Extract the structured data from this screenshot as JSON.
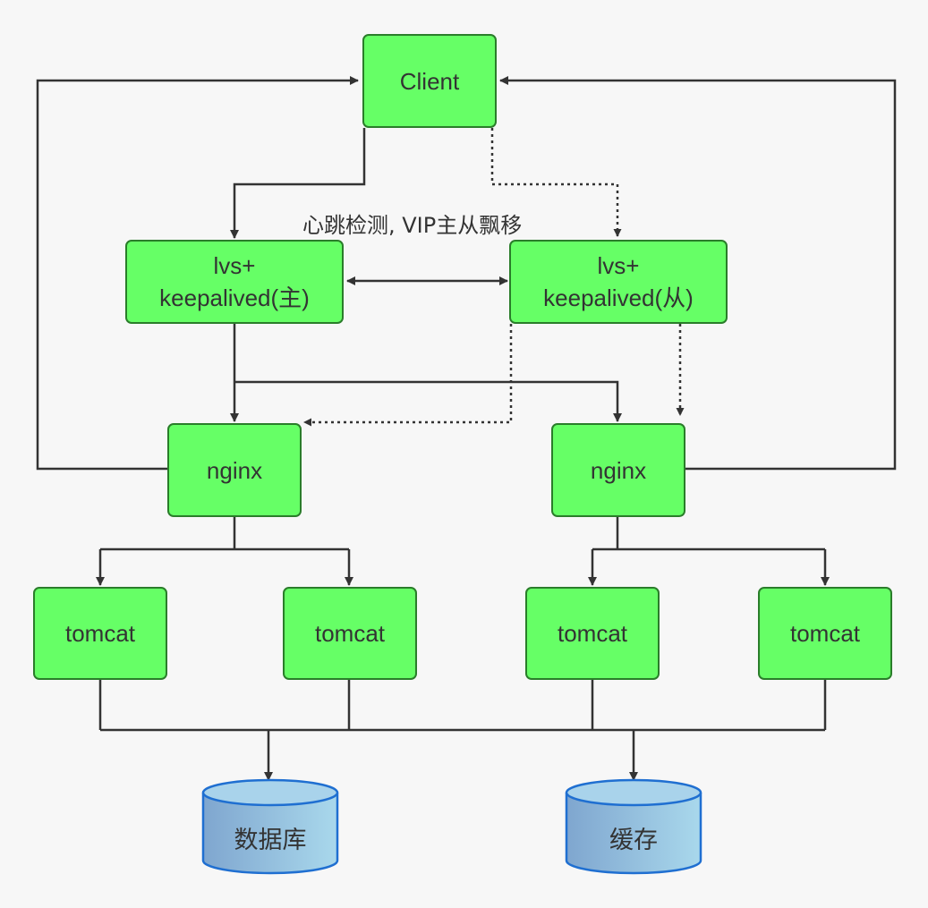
{
  "nodes": {
    "client": "Client",
    "lvs_master": "lvs+\nkeepalived(主)",
    "lvs_backup": "lvs+\nkeepalived(从)",
    "nginx_left": "nginx",
    "nginx_right": "nginx",
    "tomcat_1": "tomcat",
    "tomcat_2": "tomcat",
    "tomcat_3": "tomcat",
    "tomcat_4": "tomcat",
    "database": "数据库",
    "cache": "缓存"
  },
  "labels": {
    "heartbeat": "心跳检测, VIP主从飘移"
  },
  "colors": {
    "node_fill": "#66ff66",
    "node_border": "#2a7d2a",
    "edge": "#333333",
    "storage_fill": "#9ccbe6",
    "storage_border": "#1f6fd1"
  },
  "edges": [
    {
      "from": "client",
      "to": "lvs_master",
      "style": "solid"
    },
    {
      "from": "client",
      "to": "lvs_backup",
      "style": "dashed"
    },
    {
      "from": "lvs_master",
      "to": "lvs_backup",
      "style": "solid",
      "bidirectional": true
    },
    {
      "from": "lvs_master",
      "to": "nginx_left",
      "style": "solid"
    },
    {
      "from": "lvs_master",
      "to": "nginx_right",
      "style": "solid"
    },
    {
      "from": "lvs_backup",
      "to": "nginx_left",
      "style": "dashed"
    },
    {
      "from": "lvs_backup",
      "to": "nginx_right",
      "style": "dashed"
    },
    {
      "from": "nginx_left",
      "to": "client",
      "style": "solid"
    },
    {
      "from": "nginx_right",
      "to": "client",
      "style": "solid"
    },
    {
      "from": "nginx_left",
      "to": "tomcat_1",
      "style": "solid"
    },
    {
      "from": "nginx_left",
      "to": "tomcat_2",
      "style": "solid"
    },
    {
      "from": "nginx_right",
      "to": "tomcat_3",
      "style": "solid"
    },
    {
      "from": "nginx_right",
      "to": "tomcat_4",
      "style": "solid"
    },
    {
      "from": "tomcats",
      "to": "database",
      "style": "solid"
    },
    {
      "from": "tomcats",
      "to": "cache",
      "style": "solid"
    }
  ]
}
